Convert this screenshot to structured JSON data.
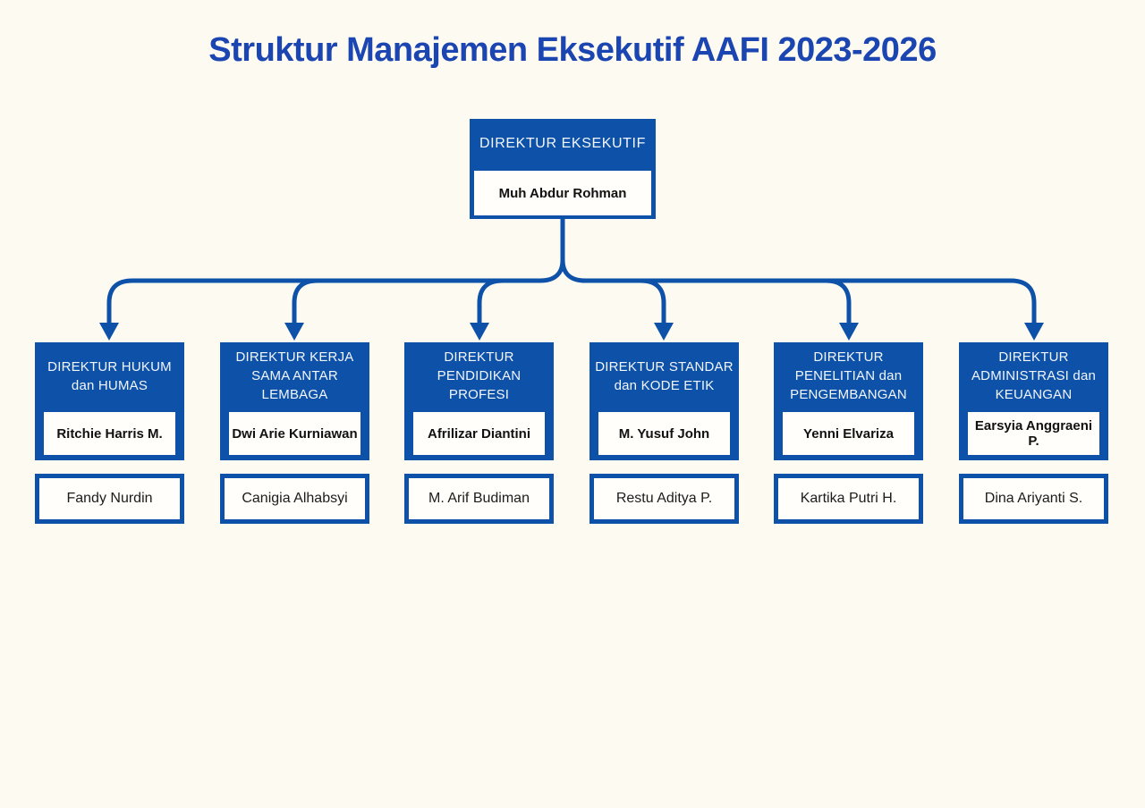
{
  "title": "Struktur Manajemen Eksekutif AAFI 2023-2026",
  "colors": {
    "box_blue": "#0d51a8",
    "title_blue": "#1b45b0",
    "background": "#fdfaf2",
    "box_fill": "#fffefa"
  },
  "root": {
    "title": "DIREKTUR EKSEKUTIF",
    "name": "Muh Abdur Rohman"
  },
  "departments": [
    {
      "title": "DIREKTUR HUKUM dan HUMAS",
      "head": "Ritchie Harris M.",
      "deputy": "Fandy Nurdin"
    },
    {
      "title": "DIREKTUR KERJA SAMA ANTAR LEMBAGA",
      "head": "Dwi Arie Kurniawan",
      "deputy": "Canigia Alhabsyi"
    },
    {
      "title": "DIREKTUR PENDIDIKAN PROFESI",
      "head": "Afrilizar Diantini",
      "deputy": "M. Arif Budiman"
    },
    {
      "title": "DIREKTUR STANDAR dan KODE ETIK",
      "head": "M. Yusuf John",
      "deputy": "Restu Aditya P."
    },
    {
      "title": "DIREKTUR PENELITIAN dan PENGEMBANGAN",
      "head": "Yenni Elvariza",
      "deputy": "Kartika Putri H."
    },
    {
      "title": "DIREKTUR ADMINISTRASI dan KEUANGAN",
      "head": "Earsyia Anggraeni P.",
      "deputy": "Dina Ariyanti S."
    }
  ]
}
